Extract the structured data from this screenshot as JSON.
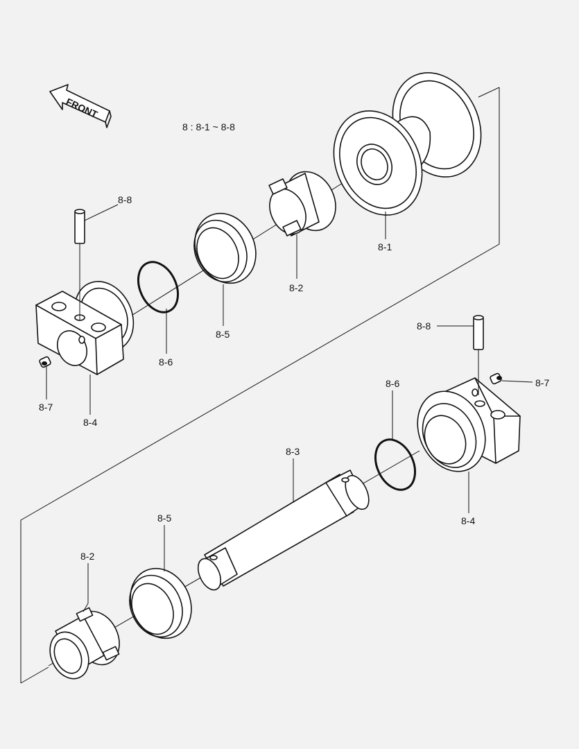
{
  "header": {
    "front_label": "FRONT",
    "legend": "8 : 8-1 ~ 8-8"
  },
  "labels": {
    "l_8_8_top": "8-8",
    "l_8_1": "8-1",
    "l_8_2_top": "8-2",
    "l_8_5_top": "8-5",
    "l_8_6_top": "8-6",
    "l_8_7_left": "8-7",
    "l_8_4_left": "8-4",
    "l_8_8_right": "8-8",
    "l_8_6_right": "8-6",
    "l_8_7_right": "8-7",
    "l_8_4_right": "8-4",
    "l_8_3": "8-3",
    "l_8_5_bottom": "8-5",
    "l_8_2_bottom": "8-2"
  }
}
